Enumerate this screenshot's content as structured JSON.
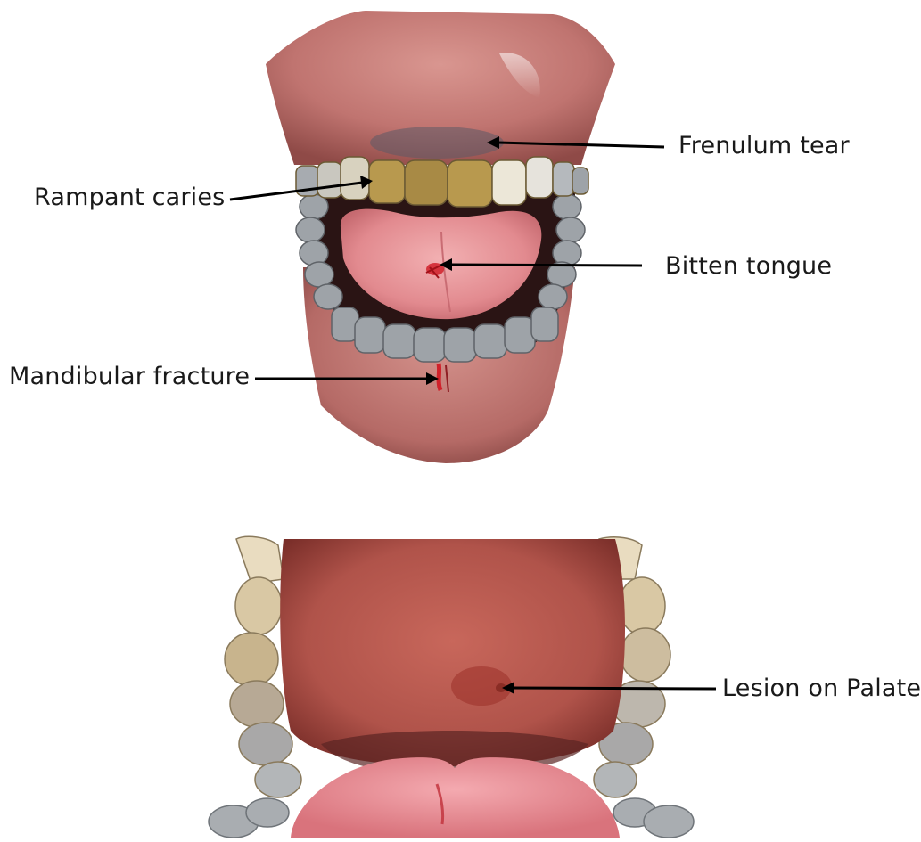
{
  "figure_1": {
    "labels": {
      "frenulum_tear": "Frenulum tear",
      "rampant_caries": "Rampant caries",
      "bitten_tongue": "Bitten tongue",
      "mandibular_fracture": "Mandibular fracture"
    }
  },
  "figure_2": {
    "labels": {
      "lesion_on_palate": "Lesion on Palate"
    }
  },
  "colors": {
    "arrow": "#000000",
    "lip": "#c77b76",
    "lip_dark": "#8f4a47",
    "gum": "#d48e8a",
    "tongue": "#e28a8f",
    "tongue_light": "#f2b0b2",
    "tooth_gray": "#9ea3a8",
    "tooth_gray_dark": "#6f7479",
    "tooth_yellow": "#b8994e",
    "tooth_white": "#ece7d8",
    "mouth_dark": "#2a1414",
    "palate": "#b8584d",
    "palate_dark": "#8e3a33",
    "injury": "#d0202a"
  }
}
